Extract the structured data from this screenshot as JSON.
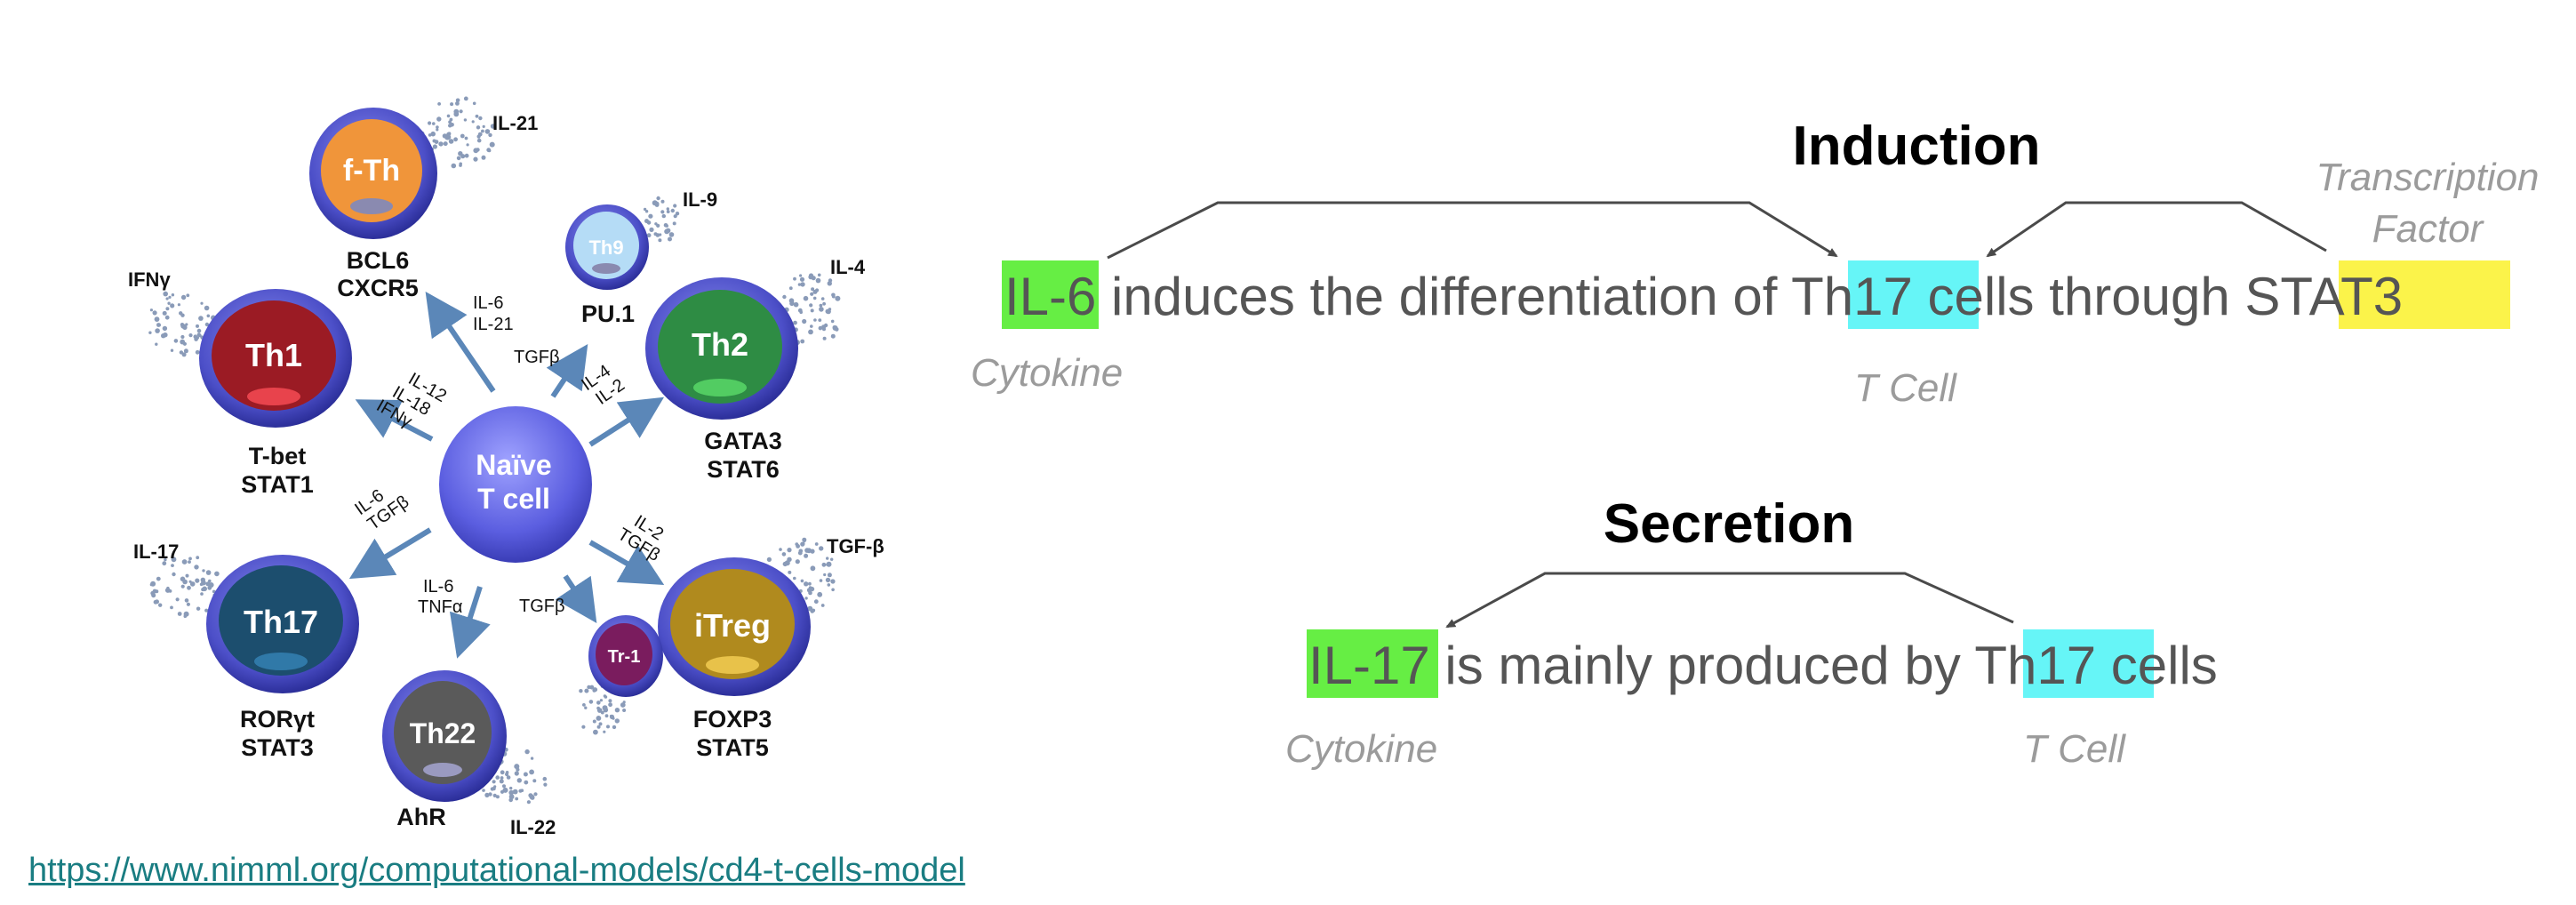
{
  "cells": {
    "naive": {
      "line1": "Naïve",
      "line2": "T cell"
    },
    "fth": {
      "label": "f-Th",
      "tf1": "BCL6",
      "tf2": "CXCR5",
      "cytokine": "IL-21"
    },
    "th9": {
      "label": "Th9",
      "tf1": "PU.1",
      "cytokine": "IL-9"
    },
    "th1": {
      "label": "Th1",
      "tf1": "T-bet",
      "tf2": "STAT1",
      "cytokine": "IFNγ"
    },
    "th2": {
      "label": "Th2",
      "tf1": "GATA3",
      "tf2": "STAT6",
      "cytokine": "IL-4"
    },
    "th17": {
      "label": "Th17",
      "tf1": "RORγt",
      "tf2": "STAT3",
      "cytokine": "IL-17"
    },
    "itreg": {
      "label": "iTreg",
      "tf1": "FOXP3",
      "tf2": "STAT5",
      "cytokine": "TGF-β"
    },
    "tr1": {
      "label": "Tr-1"
    },
    "th22": {
      "label": "Th22",
      "tf1": "AhR",
      "cytokine": "IL-22"
    }
  },
  "arrow_labels": {
    "fth": [
      "IL-6",
      "IL-21"
    ],
    "th9": [
      "TGFβ"
    ],
    "th1": [
      "IL-12",
      "IL-18",
      "IFNγ"
    ],
    "th2": [
      "IL-4",
      "IL-2"
    ],
    "th17": [
      "IL-6",
      "TGFβ"
    ],
    "itreg": [
      "IL-2",
      "TGFβ"
    ],
    "tr1": [
      "TGFβ"
    ],
    "th22": [
      "IL-6",
      "TNFα"
    ]
  },
  "source_link": "https://www.nimml.org/computational-models/cd4-t-cells-model",
  "induction": {
    "relation": "Induction",
    "e1": "IL-6",
    "t1": " induces the differentiation of ",
    "e2": "Th17",
    "t2": " cells through ",
    "e3": "STAT3",
    "role1": "Cytokine",
    "role2": "T Cell",
    "role3_line1": "Transcription",
    "role3_line2": "Factor"
  },
  "secretion": {
    "relation": "Secretion",
    "e1": "IL-17",
    "t1": " is mainly produced by ",
    "e2": "Th17",
    "t2": " cells",
    "role1": "Cytokine",
    "role2": "T Cell"
  },
  "colors": {
    "cytokine_highlight": "#66ee44",
    "tcell_highlight": "#66f5f7",
    "tf_highlight": "#fbf34a",
    "arrow_blue": "#5b87b8",
    "link": "#1a7d82"
  }
}
